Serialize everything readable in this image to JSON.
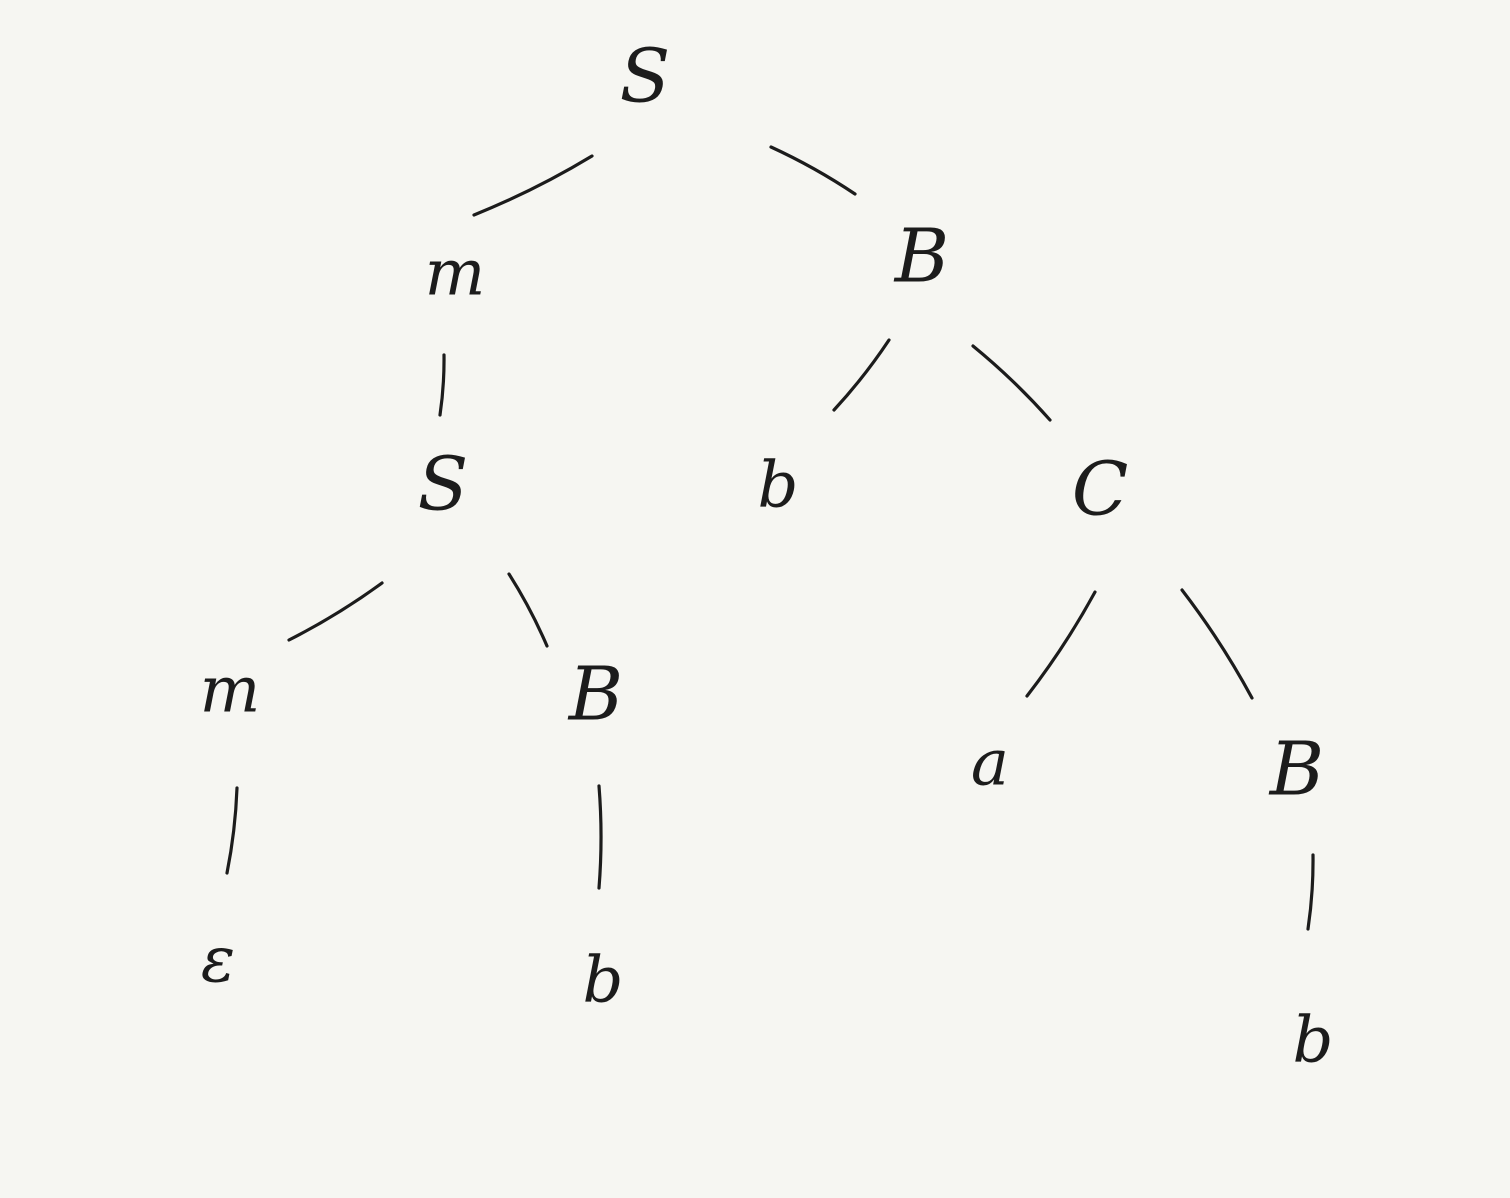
{
  "tree": {
    "nodes": [
      {
        "id": "n1",
        "label": "S"
      },
      {
        "id": "n2",
        "label": "m"
      },
      {
        "id": "n3",
        "label": "B"
      },
      {
        "id": "n4",
        "label": "S"
      },
      {
        "id": "n5",
        "label": "b"
      },
      {
        "id": "n6",
        "label": "C"
      },
      {
        "id": "n7",
        "label": "m"
      },
      {
        "id": "n8",
        "label": "B"
      },
      {
        "id": "n9",
        "label": "a"
      },
      {
        "id": "n10",
        "label": "B"
      },
      {
        "id": "n11",
        "label": "ε"
      },
      {
        "id": "n12",
        "label": "b"
      },
      {
        "id": "n13",
        "label": "b"
      }
    ],
    "edges": [
      [
        "n1",
        "n2"
      ],
      [
        "n1",
        "n3"
      ],
      [
        "n2",
        "n4"
      ],
      [
        "n3",
        "n5"
      ],
      [
        "n3",
        "n6"
      ],
      [
        "n4",
        "n7"
      ],
      [
        "n4",
        "n8"
      ],
      [
        "n6",
        "n9"
      ],
      [
        "n6",
        "n10"
      ],
      [
        "n7",
        "n11"
      ],
      [
        "n8",
        "n12"
      ],
      [
        "n10",
        "n13"
      ]
    ]
  }
}
